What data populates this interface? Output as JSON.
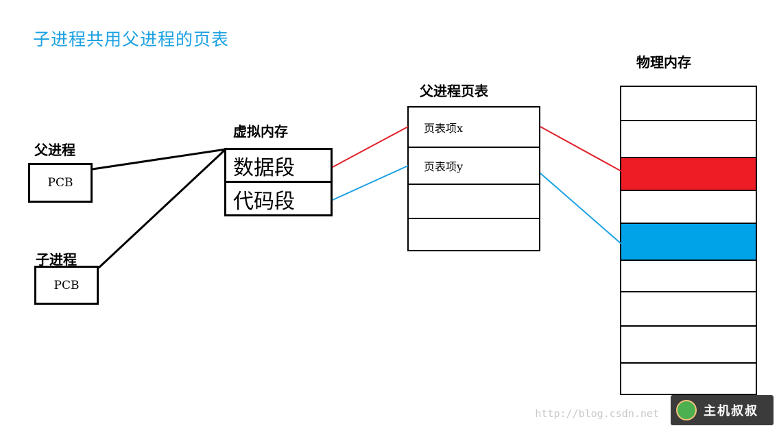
{
  "title": "子进程共用父进程的页表",
  "parent": {
    "label": "父进程",
    "pcb": "PCB"
  },
  "child": {
    "label": "子进程",
    "pcb": "PCB"
  },
  "virtual_memory": {
    "label": "虚拟内存",
    "rows": [
      "数据段",
      "代码段"
    ]
  },
  "page_table": {
    "label": "父进程页表",
    "rows": [
      "页表项x",
      "页表项y",
      "",
      ""
    ]
  },
  "physical_memory": {
    "label": "物理内存",
    "rows": 9,
    "highlight": {
      "data": 2,
      "code": 4
    }
  },
  "colors": {
    "title": "#1ba1e2",
    "data_link": "#e0202a",
    "code_link": "#1ba1e2",
    "data_block": "#ee1c25",
    "code_block": "#00a2e8"
  },
  "watermark": {
    "url": "http://blog.csdn.net",
    "text": "主机叔叔"
  }
}
